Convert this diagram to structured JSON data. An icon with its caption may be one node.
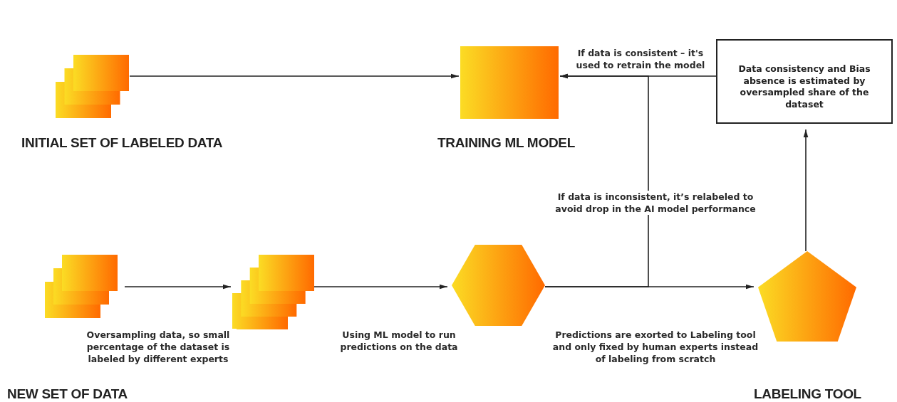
{
  "diagram": {
    "nodes": [
      {
        "text": [
          "INITIAL SET OF LABELED DATA"
        ]
      },
      {
        "text": [
          "TRAINING ML MODEL"
        ]
      },
      {
        "text": [
          "Data consistency and Bias absence is estimated by oversampled share of the dataset"
        ]
      },
      {
        "text": [
          "NEW SET OF DATA"
        ]
      },
      {
        "text": [],
        "shape": "box"
      },
      {
        "text": [],
        "shape": "hexagon"
      },
      {
        "text": [
          "LABELING TOOL"
        ]
      }
    ],
    "edges": [
      {
        "from": 0,
        "to": 1,
        "arrow": "to"
      },
      {
        "from": 2,
        "to": 1,
        "arrow": "to",
        "label": "If data is consistent – it's used to retrain the model"
      },
      {
        "from": 3,
        "to": 4,
        "arrow": "to",
        "label": "Oversampling data, so small percentage of the dataset is labeled by different experts"
      },
      {
        "from": 4,
        "to": 5,
        "arrow": "to",
        "label": "Using ML model to run predictions on the data"
      },
      {
        "from": 5,
        "to": 6,
        "arrow": "to",
        "label": "Predictions are exorted to Labeling tool and only fixed by human experts instead of labeling from scratch"
      },
      {
        "from": 5,
        "to": 1,
        "arrow": "to",
        "label": "If data is inconsistent, it’s relabeled to avoid drop in the AI model performance"
      },
      {
        "from": 6,
        "to": 2,
        "arrow": "to"
      }
    ]
  }
}
